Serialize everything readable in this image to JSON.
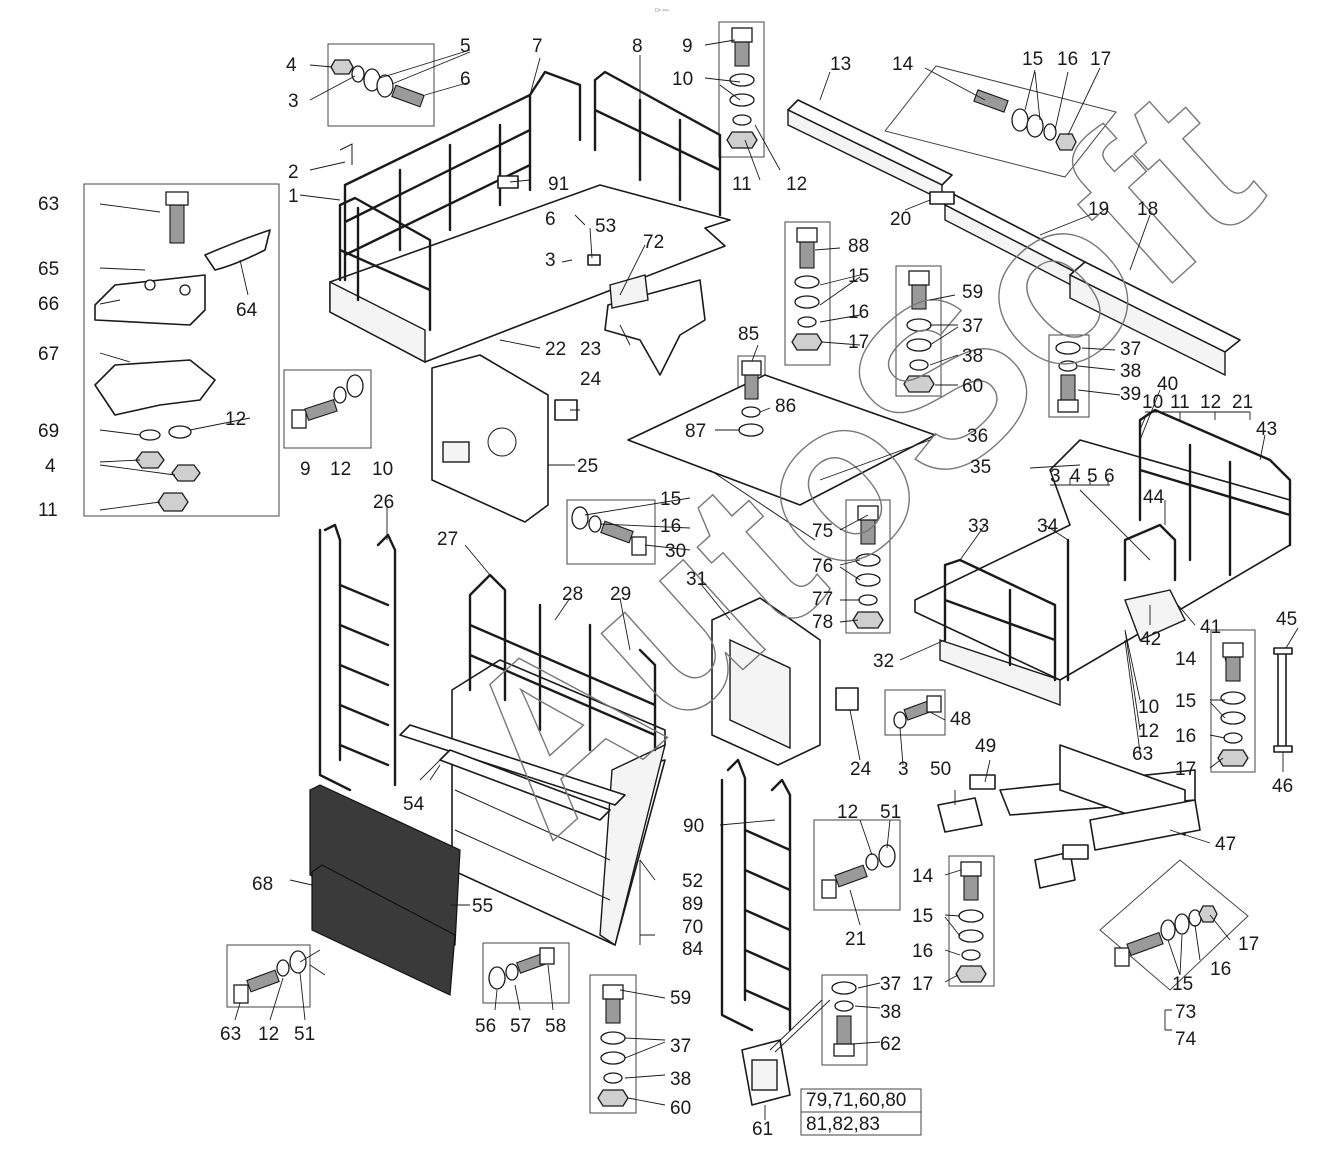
{
  "header_mark": "□▫ ▫▫▫",
  "watermark": "AutoSoft",
  "ref_box": {
    "line1": "79,71,60,80",
    "line2": "81,82,83"
  },
  "callouts": [
    {
      "id": "c63a",
      "text": "63"
    },
    {
      "id": "c65",
      "text": "65"
    },
    {
      "id": "c66",
      "text": "66"
    },
    {
      "id": "c67",
      "text": "67"
    },
    {
      "id": "c69",
      "text": "69"
    },
    {
      "id": "c12a",
      "text": "12"
    },
    {
      "id": "c4a",
      "text": "4"
    },
    {
      "id": "c11a",
      "text": "11"
    },
    {
      "id": "c64",
      "text": "64"
    },
    {
      "id": "c4b",
      "text": "4"
    },
    {
      "id": "c3a",
      "text": "3"
    },
    {
      "id": "c5a",
      "text": "5"
    },
    {
      "id": "c6a",
      "text": "6"
    },
    {
      "id": "c7",
      "text": "7"
    },
    {
      "id": "c8",
      "text": "8"
    },
    {
      "id": "c2",
      "text": "2"
    },
    {
      "id": "c1",
      "text": "1"
    },
    {
      "id": "c91",
      "text": "91"
    },
    {
      "id": "c9a",
      "text": "9"
    },
    {
      "id": "c10a",
      "text": "10"
    },
    {
      "id": "c11b",
      "text": "11"
    },
    {
      "id": "c12b",
      "text": "12"
    },
    {
      "id": "c6b",
      "text": "6"
    },
    {
      "id": "c53",
      "text": "53"
    },
    {
      "id": "c3b",
      "text": "3"
    },
    {
      "id": "c72",
      "text": "72"
    },
    {
      "id": "c22",
      "text": "22"
    },
    {
      "id": "c23",
      "text": "23"
    },
    {
      "id": "c9b",
      "text": "9"
    },
    {
      "id": "c12c",
      "text": "12"
    },
    {
      "id": "c10b",
      "text": "10"
    },
    {
      "id": "c13",
      "text": "13"
    },
    {
      "id": "c14a",
      "text": "14"
    },
    {
      "id": "c15a",
      "text": "15"
    },
    {
      "id": "c16a",
      "text": "16"
    },
    {
      "id": "c17a",
      "text": "17"
    },
    {
      "id": "c20",
      "text": "20"
    },
    {
      "id": "c19",
      "text": "19"
    },
    {
      "id": "c18",
      "text": "18"
    },
    {
      "id": "c88",
      "text": "88"
    },
    {
      "id": "c15b",
      "text": "15"
    },
    {
      "id": "c16b",
      "text": "16"
    },
    {
      "id": "c17b",
      "text": "17"
    },
    {
      "id": "c59a",
      "text": "59"
    },
    {
      "id": "c37a",
      "text": "37"
    },
    {
      "id": "c38a",
      "text": "38"
    },
    {
      "id": "c60a",
      "text": "60"
    },
    {
      "id": "c85",
      "text": "85"
    },
    {
      "id": "c86",
      "text": "86"
    },
    {
      "id": "c87",
      "text": "87"
    },
    {
      "id": "c24a",
      "text": "24"
    },
    {
      "id": "c25",
      "text": "25"
    },
    {
      "id": "c36",
      "text": "36"
    },
    {
      "id": "c37b",
      "text": "37"
    },
    {
      "id": "c38b",
      "text": "38"
    },
    {
      "id": "c39",
      "text": "39"
    },
    {
      "id": "c40",
      "text": "40"
    },
    {
      "id": "c10c",
      "text": "10"
    },
    {
      "id": "c11c",
      "text": "11"
    },
    {
      "id": "c12d",
      "text": "12"
    },
    {
      "id": "c21a",
      "text": "21"
    },
    {
      "id": "c43",
      "text": "43"
    },
    {
      "id": "c35",
      "text": "35"
    },
    {
      "id": "c3c",
      "text": "3"
    },
    {
      "id": "c4c",
      "text": "4"
    },
    {
      "id": "c5b",
      "text": "5"
    },
    {
      "id": "c6c",
      "text": "6"
    },
    {
      "id": "c15c",
      "text": "15"
    },
    {
      "id": "c16c",
      "text": "16"
    },
    {
      "id": "c30",
      "text": "30"
    },
    {
      "id": "c75",
      "text": "75"
    },
    {
      "id": "c76",
      "text": "76"
    },
    {
      "id": "c77",
      "text": "77"
    },
    {
      "id": "c78",
      "text": "78"
    },
    {
      "id": "c33",
      "text": "33"
    },
    {
      "id": "c34",
      "text": "34"
    },
    {
      "id": "c44",
      "text": "44"
    },
    {
      "id": "c26",
      "text": "26"
    },
    {
      "id": "c27",
      "text": "27"
    },
    {
      "id": "c28",
      "text": "28"
    },
    {
      "id": "c29",
      "text": "29"
    },
    {
      "id": "c31",
      "text": "31"
    },
    {
      "id": "c32",
      "text": "32"
    },
    {
      "id": "c42",
      "text": "42"
    },
    {
      "id": "c41",
      "text": "41"
    },
    {
      "id": "c10d",
      "text": "10"
    },
    {
      "id": "c12e",
      "text": "12"
    },
    {
      "id": "c63b",
      "text": "63"
    },
    {
      "id": "c45",
      "text": "45"
    },
    {
      "id": "c14b",
      "text": "14"
    },
    {
      "id": "c15d",
      "text": "15"
    },
    {
      "id": "c16d",
      "text": "16"
    },
    {
      "id": "c17c",
      "text": "17"
    },
    {
      "id": "c46",
      "text": "46"
    },
    {
      "id": "c48",
      "text": "48"
    },
    {
      "id": "c24b",
      "text": "24"
    },
    {
      "id": "c3d",
      "text": "3"
    },
    {
      "id": "c49",
      "text": "49"
    },
    {
      "id": "c50",
      "text": "50"
    },
    {
      "id": "c47",
      "text": "47"
    },
    {
      "id": "c54",
      "text": "54"
    },
    {
      "id": "c90",
      "text": "90"
    },
    {
      "id": "c12f",
      "text": "12"
    },
    {
      "id": "c51a",
      "text": "51"
    },
    {
      "id": "c21b",
      "text": "21"
    },
    {
      "id": "c52",
      "text": "52"
    },
    {
      "id": "c89",
      "text": "89"
    },
    {
      "id": "c70",
      "text": "70"
    },
    {
      "id": "c84",
      "text": "84"
    },
    {
      "id": "c68",
      "text": "68"
    },
    {
      "id": "c55",
      "text": "55"
    },
    {
      "id": "c14c",
      "text": "14"
    },
    {
      "id": "c15e",
      "text": "15"
    },
    {
      "id": "c16e",
      "text": "16"
    },
    {
      "id": "c17d",
      "text": "17"
    },
    {
      "id": "c17e",
      "text": "17"
    },
    {
      "id": "c16f",
      "text": "16"
    },
    {
      "id": "c15f",
      "text": "15"
    },
    {
      "id": "c73",
      "text": "73"
    },
    {
      "id": "c74",
      "text": "74"
    },
    {
      "id": "c63c",
      "text": "63"
    },
    {
      "id": "c12g",
      "text": "12"
    },
    {
      "id": "c51b",
      "text": "51"
    },
    {
      "id": "c56",
      "text": "56"
    },
    {
      "id": "c57",
      "text": "57"
    },
    {
      "id": "c58",
      "text": "58"
    },
    {
      "id": "c59b",
      "text": "59"
    },
    {
      "id": "c37c",
      "text": "37"
    },
    {
      "id": "c38c",
      "text": "38"
    },
    {
      "id": "c60b",
      "text": "60"
    },
    {
      "id": "c37d",
      "text": "37"
    },
    {
      "id": "c38d",
      "text": "38"
    },
    {
      "id": "c62",
      "text": "62"
    },
    {
      "id": "c61",
      "text": "61"
    }
  ]
}
